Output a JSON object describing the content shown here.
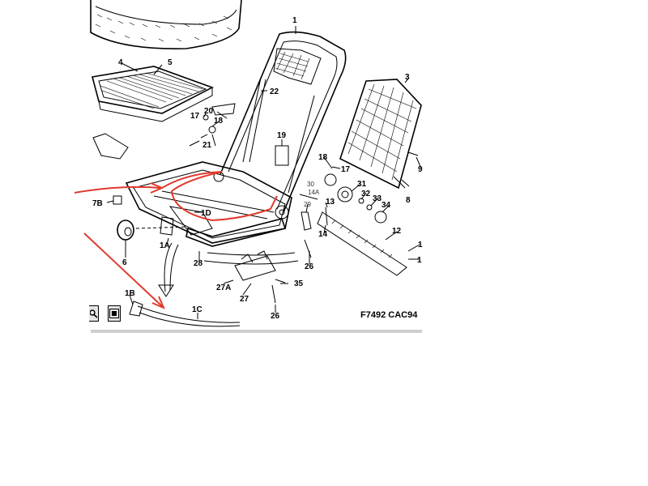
{
  "diagram": {
    "reference_code": "F7492 CAC94",
    "callouts": [
      "1",
      "3",
      "4",
      "5",
      "22",
      "20",
      "18",
      "17",
      "21",
      "19",
      "18",
      "17",
      "31",
      "30",
      "32",
      "33",
      "34",
      "8",
      "9",
      "7B",
      "1D",
      "13",
      "29",
      "14A",
      "14",
      "12",
      "1",
      "1",
      "6",
      "1A",
      "28",
      "26",
      "27A",
      "35",
      "27",
      "26",
      "1B",
      "1C"
    ],
    "annotation_color": "#e03a2e"
  },
  "toolbar": {
    "zoom_icon": "magnifier-icon",
    "fit_icon": "fit-square-icon"
  }
}
